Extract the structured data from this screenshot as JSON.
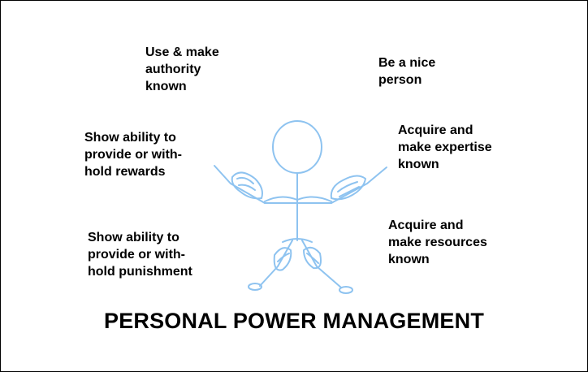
{
  "labels": {
    "authority": "Use & make\nauthority\nknown",
    "nice": "Be a nice\nperson",
    "rewards": "Show ability to\nprovide or with-\nhold rewards",
    "expertise": "Acquire and\nmake expertise\nknown",
    "punishment": "Show ability to\nprovide or with-\nhold punishment",
    "resources": "Acquire and\nmake resources\nknown"
  },
  "title": "PERSONAL POWER MANAGEMENT",
  "colors": {
    "figure_stroke": "#8ec3f0",
    "text": "#000000",
    "border": "#000000"
  }
}
